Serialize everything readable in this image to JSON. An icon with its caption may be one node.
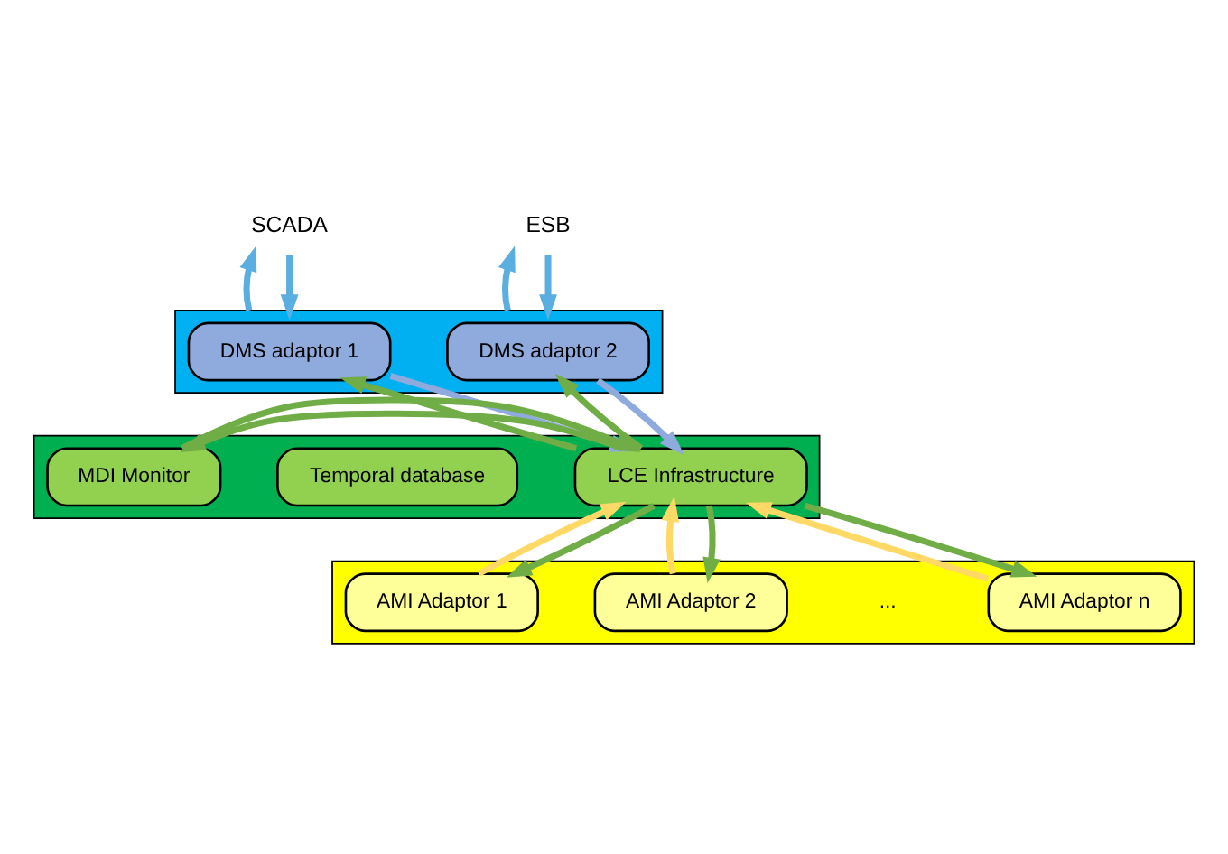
{
  "diagram": {
    "nodes": [
      {
        "text": [
          "SCADA"
        ]
      },
      {
        "text": [
          "ESB"
        ]
      },
      {
        "text": [],
        "shape": "band"
      },
      {
        "text": [
          "DMS adaptor 1"
        ],
        "in": 2
      },
      {
        "text": [
          "DMS adaptor 2"
        ],
        "in": 2
      },
      {
        "text": [],
        "shape": "band"
      },
      {
        "text": [
          "Temporal database"
        ],
        "in": 5
      },
      {
        "text": [
          "LCE Infrastructure"
        ],
        "in": 5
      },
      {
        "text": [
          "MDI Monitor"
        ],
        "in": 5
      },
      {
        "text": [],
        "shape": "band"
      },
      {
        "text": [
          "AMI Adaptor 1"
        ],
        "in": 9
      },
      {
        "text": [
          "AMI Adaptor 2"
        ],
        "in": 9
      },
      {
        "text": [
          "AMI Adaptor n"
        ],
        "in": 9
      }
    ],
    "edges": [
      {
        "from": 2,
        "to": 0,
        "arrow": "to",
        "color": "#5aaee0"
      },
      {
        "from": 0,
        "to": 2,
        "arrow": "to",
        "color": "#5aaee0"
      },
      {
        "from": 2,
        "to": 1,
        "arrow": "to",
        "color": "#5aaee0"
      },
      {
        "from": 1,
        "to": 2,
        "arrow": "to",
        "color": "#5aaee0"
      },
      {
        "from": 7,
        "to": 3,
        "arrow": "to"
      },
      {
        "from": 3,
        "to": 7,
        "arrow": "to",
        "color": "#8faadc"
      },
      {
        "from": 7,
        "to": 4,
        "arrow": "to"
      },
      {
        "from": 4,
        "to": 7,
        "arrow": "to",
        "color": "#8faadc"
      },
      {
        "from": 7,
        "to": 8,
        "arrow": "to"
      },
      {
        "from": 8,
        "to": 7,
        "arrow": "to"
      },
      {
        "from": 10,
        "to": 7,
        "arrow": "to",
        "color": "#ffd966"
      },
      {
        "from": 7,
        "to": 10,
        "arrow": "to"
      },
      {
        "from": 11,
        "to": 7,
        "arrow": "to",
        "color": "#ffd966"
      },
      {
        "from": 7,
        "to": 11,
        "arrow": "to"
      },
      {
        "from": 12,
        "to": 7,
        "arrow": "to",
        "color": "#ffd966"
      },
      {
        "from": 7,
        "to": 12,
        "arrow": "to"
      }
    ],
    "labels": [
      "..."
    ]
  }
}
